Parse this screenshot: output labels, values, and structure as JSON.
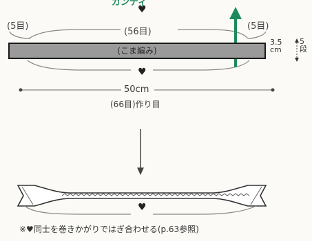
{
  "labels": {
    "top_partial": "ガンディ",
    "heart": "♥",
    "left_count": "(5目)",
    "center_count": "(56目)",
    "right_count": "(5目)",
    "band_text": "(こま編み)",
    "height_cm_value": "3.5",
    "height_cm_unit": "cm",
    "height_rows_value": "5",
    "height_rows_unit": "段",
    "width": "50cm",
    "cast_on": "(66目)作り目",
    "footnote": "※♥同士を巻きかがりではぎ合わせる(p.63参照)"
  },
  "colors": {
    "band_fill": "#9a9a9a",
    "arrow_green": "#1e8a5c",
    "line": "#555555"
  }
}
